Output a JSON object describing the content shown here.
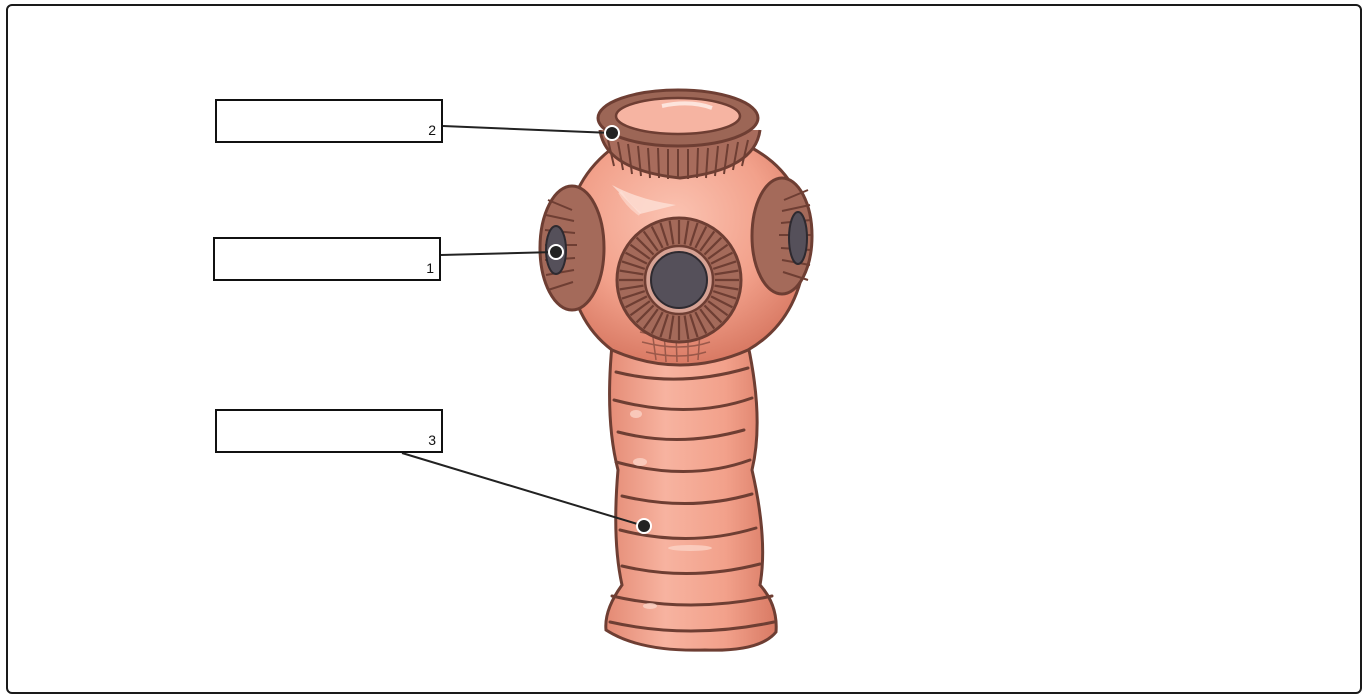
{
  "labels": [
    {
      "id": "1",
      "number": "1",
      "answer": ""
    },
    {
      "id": "2",
      "number": "2",
      "answer": ""
    },
    {
      "id": "3",
      "number": "3",
      "answer": ""
    }
  ],
  "colors": {
    "skin": "#f2a48f",
    "skin_shadow": "#e0856e",
    "outline": "#6e3e33",
    "hooks": "#9c6656",
    "sucker": "#55505a",
    "leader_line": "#222222"
  },
  "illustration": "tapeworm-scolex"
}
